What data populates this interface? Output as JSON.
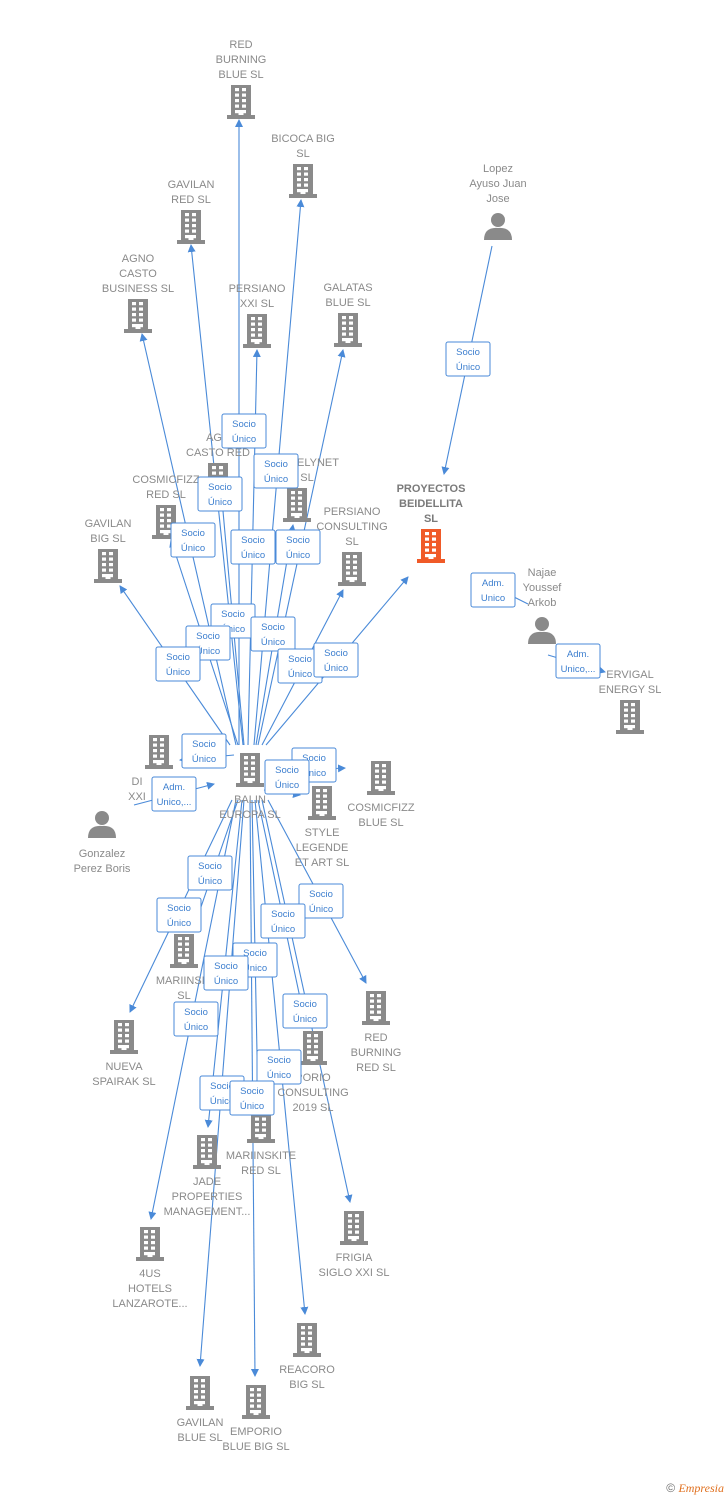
{
  "colors": {
    "company": "#8a8a8a",
    "focus_company": "#f05a28",
    "person": "#8a8a8a",
    "edge": "#4a8ad8",
    "label_text": "#8a8a8a",
    "rel_text": "#3d7fcf"
  },
  "nodes": [
    {
      "id": "red_burning_blue",
      "type": "company",
      "label": [
        "RED",
        "BURNING",
        "BLUE  SL"
      ]
    },
    {
      "id": "bicoca_big",
      "type": "company",
      "label": [
        "BICOCA BIG",
        "SL"
      ]
    },
    {
      "id": "gavilan_red",
      "type": "company",
      "label": [
        "GAVILAN",
        "RED  SL"
      ]
    },
    {
      "id": "agno_casto_business",
      "type": "company",
      "label": [
        "AGNO",
        "CASTO",
        "BUSINESS  SL"
      ]
    },
    {
      "id": "persiano_xxi",
      "type": "company",
      "label": [
        "PERSIANO",
        "XXI  SL"
      ]
    },
    {
      "id": "galatas_blue",
      "type": "company",
      "label": [
        "GALATAS",
        "BLUE  SL"
      ]
    },
    {
      "id": "lopez_ayuso",
      "type": "person",
      "label": [
        "Lopez",
        "Ayuso Juan",
        "Jose"
      ]
    },
    {
      "id": "agno_casto_red",
      "type": "company",
      "label": [
        "AGN",
        "CASTO  RED"
      ]
    },
    {
      "id": "estrelynet",
      "type": "company",
      "label": [
        "STRELYNET",
        "SL"
      ]
    },
    {
      "id": "cosmicfizz_red",
      "type": "company",
      "label": [
        "COSMICFIZZ",
        "RED  SL"
      ]
    },
    {
      "id": "proyectos_beidellita",
      "type": "focus",
      "label": [
        "PROYECTOS",
        "BEIDELLITA",
        "SL"
      ]
    },
    {
      "id": "persiano_consulting",
      "type": "company",
      "label": [
        "PERSIANO",
        "CONSULTING",
        "SL"
      ]
    },
    {
      "id": "gavilan_big",
      "type": "company",
      "label": [
        "GAVILAN",
        "BIG  SL"
      ]
    },
    {
      "id": "najae",
      "type": "person",
      "label": [
        "Najae",
        "Youssef",
        "Arkob"
      ]
    },
    {
      "id": "servigal_energy",
      "type": "company",
      "label": [
        "ERVIGAL",
        "ENERGY  SL"
      ]
    },
    {
      "id": "dia_xxi",
      "type": "company",
      "label": [
        "DI",
        "XXI"
      ]
    },
    {
      "id": "balin_europa",
      "type": "company",
      "label": [
        "BALIN",
        "EUROPA  SL"
      ]
    },
    {
      "id": "cosmicfizz_blue",
      "type": "company",
      "label": [
        "COSMICFIZZ",
        "BLUE  SL"
      ]
    },
    {
      "id": "style_legende",
      "type": "company",
      "label": [
        "STYLE",
        "LEGENDE",
        "ET ART  SL"
      ]
    },
    {
      "id": "gonzalez_perez",
      "type": "person",
      "label": [
        "Gonzalez",
        "Perez Boris"
      ]
    },
    {
      "id": "mariinski",
      "type": "company",
      "label": [
        "MARIINSKI",
        "SL"
      ]
    },
    {
      "id": "nueva_spairak",
      "type": "company",
      "label": [
        "NUEVA",
        "SPAIRAK  SL"
      ]
    },
    {
      "id": "red_burning_red",
      "type": "company",
      "label": [
        "RED",
        "BURNING",
        "RED  SL"
      ]
    },
    {
      "id": "emporio_consulting",
      "type": "company",
      "label": [
        "PORIO",
        "CONSULTING",
        "2019  SL"
      ]
    },
    {
      "id": "mariinskite_red",
      "type": "company",
      "label": [
        "MARIINSKITE",
        "RED  SL"
      ]
    },
    {
      "id": "jade_properties",
      "type": "company",
      "label": [
        "JADE",
        "PROPERTIES",
        "MANAGEMENT..."
      ]
    },
    {
      "id": "frigia_siglo",
      "type": "company",
      "label": [
        "FRIGIA",
        "SIGLO XXI  SL"
      ]
    },
    {
      "id": "hotels_lanzarote",
      "type": "company",
      "label": [
        "4US",
        "HOTELS",
        "LANZAROTE..."
      ]
    },
    {
      "id": "reacoro_big",
      "type": "company",
      "label": [
        "REACORO",
        "BIG  SL"
      ]
    },
    {
      "id": "gavilan_blue",
      "type": "company",
      "label": [
        "GAVILAN",
        "BLUE  SL"
      ]
    },
    {
      "id": "emporio_blue_big",
      "type": "company",
      "label": [
        "EMPORIO",
        "BLUE BIG  SL"
      ]
    }
  ],
  "edges": [
    {
      "from": "balin_europa",
      "to": "red_burning_blue",
      "label": [
        "Socio",
        "Único"
      ]
    },
    {
      "from": "balin_europa",
      "to": "bicoca_big",
      "label": [
        "Socio",
        "Único"
      ]
    },
    {
      "from": "balin_europa",
      "to": "gavilan_red",
      "label": [
        "Socio",
        "Único"
      ]
    },
    {
      "from": "balin_europa",
      "to": "agno_casto_business",
      "label": [
        "Socio",
        "Único"
      ]
    },
    {
      "from": "balin_europa",
      "to": "persiano_xxi",
      "label": [
        "Socio",
        "Único"
      ]
    },
    {
      "from": "balin_europa",
      "to": "galatas_blue",
      "label": [
        "Socio",
        "Único"
      ]
    },
    {
      "from": "lopez_ayuso",
      "to": "proyectos_beidellita",
      "label": [
        "Socio",
        "Único"
      ]
    },
    {
      "from": "balin_europa",
      "to": "agno_casto_red",
      "label": [
        "Socio",
        "Único"
      ]
    },
    {
      "from": "balin_europa",
      "to": "estrelynet",
      "label": [
        "Socio",
        "Único"
      ]
    },
    {
      "from": "balin_europa",
      "to": "cosmicfizz_red",
      "label": [
        "Socio",
        "Único"
      ]
    },
    {
      "from": "balin_europa",
      "to": "persiano_consulting",
      "label": [
        "Socio",
        "Único"
      ]
    },
    {
      "from": "balin_europa",
      "to": "gavilan_big",
      "label": [
        "Socio",
        "Único"
      ]
    },
    {
      "from": "balin_europa",
      "to": "proyectos_beidellita",
      "label": [
        "Socio",
        "Único"
      ]
    },
    {
      "from": "najae",
      "to": "proyectos_beidellita",
      "label": [
        "Adm.",
        "Unico"
      ]
    },
    {
      "from": "najae",
      "to": "servigal_energy",
      "label": [
        "Adm.",
        "Unico,..."
      ]
    },
    {
      "from": "balin_europa",
      "to": "dia_xxi",
      "label": [
        "Socio",
        "Único"
      ]
    },
    {
      "from": "gonzalez_perez",
      "to": "balin_europa",
      "label": [
        "Adm.",
        "Unico,..."
      ]
    },
    {
      "from": "balin_europa",
      "to": "cosmicfizz_blue",
      "label": [
        "Socio",
        "Único"
      ]
    },
    {
      "from": "balin_europa",
      "to": "style_legende",
      "label": [
        "Socio",
        "Único"
      ]
    },
    {
      "from": "balin_europa",
      "to": "mariinski",
      "label": [
        "Socio",
        "Único"
      ]
    },
    {
      "from": "balin_europa",
      "to": "nueva_spairak",
      "label": [
        "Socio",
        "Único"
      ]
    },
    {
      "from": "balin_europa",
      "to": "red_burning_red",
      "label": [
        "Socio",
        "Único"
      ]
    },
    {
      "from": "balin_europa",
      "to": "emporio_consulting",
      "label": [
        "Socio",
        "Único"
      ]
    },
    {
      "from": "balin_europa",
      "to": "mariinskite_red",
      "label": [
        "Socio",
        "Único"
      ]
    },
    {
      "from": "balin_europa",
      "to": "jade_properties",
      "label": [
        "Socio",
        "Único"
      ]
    },
    {
      "from": "balin_europa",
      "to": "frigia_siglo",
      "label": [
        "Socio",
        "Único"
      ]
    },
    {
      "from": "balin_europa",
      "to": "hotels_lanzarote",
      "label": [
        "Socio",
        "Único"
      ]
    },
    {
      "from": "balin_europa",
      "to": "reacoro_big",
      "label": [
        "Socio",
        "Único"
      ]
    },
    {
      "from": "balin_europa",
      "to": "gavilan_blue",
      "label": [
        "Socio",
        "Único"
      ]
    },
    {
      "from": "balin_europa",
      "to": "emporio_blue_big",
      "label": [
        "Socio",
        "Único"
      ]
    }
  ],
  "footer": {
    "copyright": "©",
    "brand": "Empresia"
  }
}
